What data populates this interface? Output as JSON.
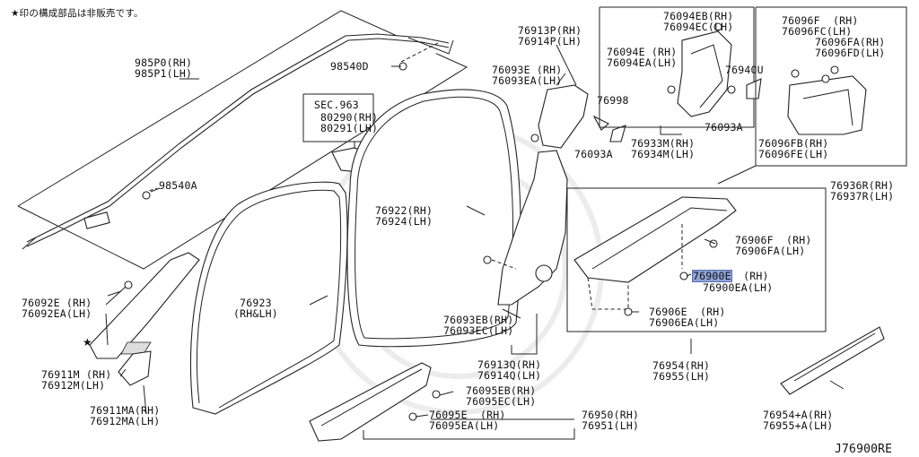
{
  "note": "★印の構成部品は非販売です。",
  "diagram_code": "J76900RE",
  "highlighted_part": "76900E",
  "labels": {
    "p985p0": "985P0(RH)\n985P1(LH)",
    "p98540d": "98540D",
    "p98540a": "98540A",
    "sec963": "SEC.963",
    "p80290": "80290(RH)\n80291(LH)",
    "p76913p": "76913P(RH)\n76914P(LH)",
    "p76093e_top": "76093E (RH)\n76093EA(LH)",
    "p76094eb": "76094EB(RH)\n76094EC(LH)",
    "p76094e": "76094E (RH)\n76094EA(LH)",
    "p76940u": "76940U",
    "p76998": "76998",
    "p76093a_1": "76093A",
    "p76093a_2": "76093A",
    "p76933m": "76933M(RH)\n76934M(LH)",
    "p76096f": "76096F  (RH)\n76096FC(LH)",
    "p76096fa": "76096FA(RH)\n76096FD(LH)",
    "p76096fb": "76096FB(RH)\n76096FE(LH)",
    "p76936r": "76936R(RH)\n76937R(LH)",
    "p76922": "76922(RH)\n76924(LH)",
    "p76923": "76923\n(RH&LH)",
    "p76092e": "76092E (RH)\n76092EA(LH)",
    "p76911m": "76911M (RH)\n76912M(LH)",
    "p76911ma": "76911MA(RH)\n76912MA(LH)",
    "p76093eb": "76093EB(RH)\n76093EC(LH)",
    "p76913q": "76913Q(RH)\n76914Q(LH)",
    "p76095eb": "76095EB(RH)\n76095EC(LH)",
    "p76095e": "76095E  (RH)\n76095EA(LH)",
    "p76950": "76950(RH)\n76951(LH)",
    "p76906f": "76906F  (RH)\n76906FA(LH)",
    "p76900e_code": "76900E",
    "p76900e_rh": " (RH)",
    "p76900ea": "76900EA(LH)",
    "p76906e": "76906E  (RH)\n76906EA(LH)",
    "p76954": "76954(RH)\n76955(LH)",
    "p76954a": "76954+A(RH)\n76955+A(LH)"
  }
}
